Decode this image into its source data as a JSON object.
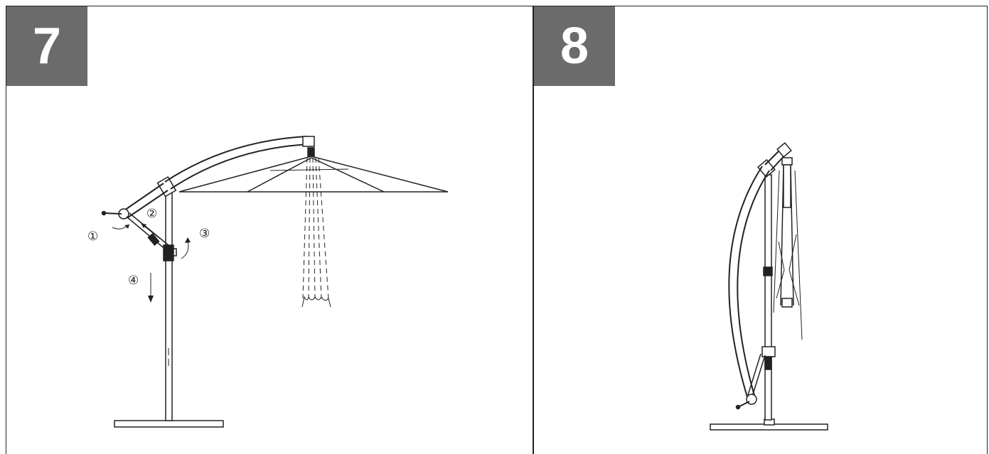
{
  "steps": {
    "left": {
      "number": "7"
    },
    "right": {
      "number": "8"
    }
  },
  "callouts": [
    "①",
    "②",
    "③",
    "④"
  ],
  "colors": {
    "badge": "#6b6b6b",
    "badge_text": "#ffffff",
    "line": "#222222"
  }
}
